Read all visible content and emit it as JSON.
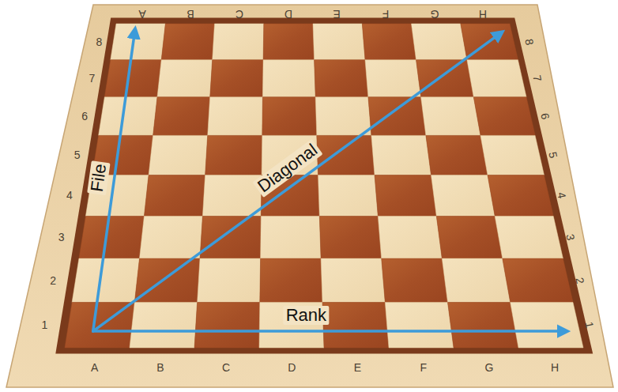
{
  "diagram": {
    "labels": [
      "A",
      "B",
      "C",
      "D",
      "E",
      "F",
      "G",
      "H",
      "1",
      "2",
      "3",
      "4",
      "5",
      "6",
      "7",
      "8",
      "1",
      "2",
      "3",
      "4",
      "5",
      "6",
      "7",
      "8",
      "A",
      "B",
      "C",
      "D",
      "E",
      "F",
      "G",
      "H",
      "File",
      "Diagonal",
      "Rank"
    ]
  }
}
